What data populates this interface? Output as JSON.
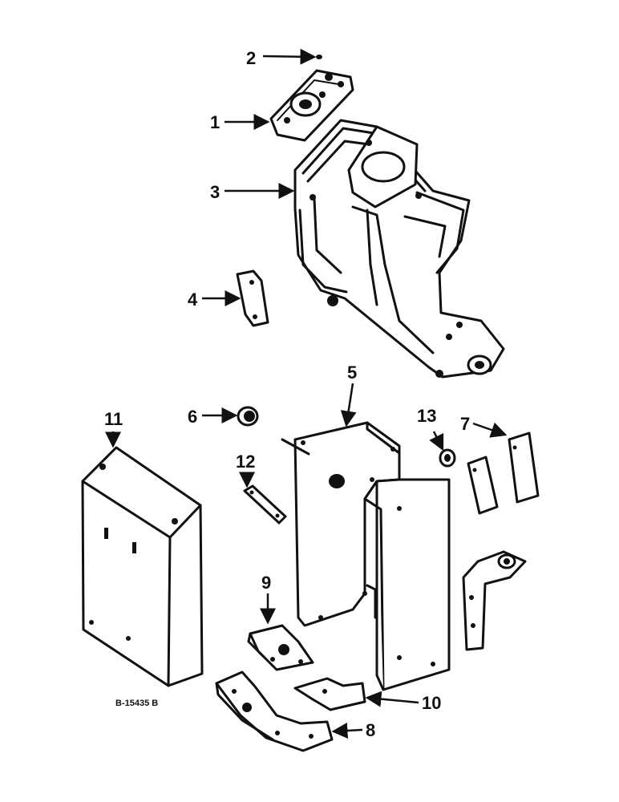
{
  "callouts": {
    "c1": "1",
    "c2": "2",
    "c3": "3",
    "c4": "4",
    "c5": "5",
    "c6": "6",
    "c7": "7",
    "c8": "8",
    "c9": "9",
    "c10": "10",
    "c11": "11",
    "c12": "12",
    "c13": "13"
  },
  "drawing_ref": "B-15435 B"
}
